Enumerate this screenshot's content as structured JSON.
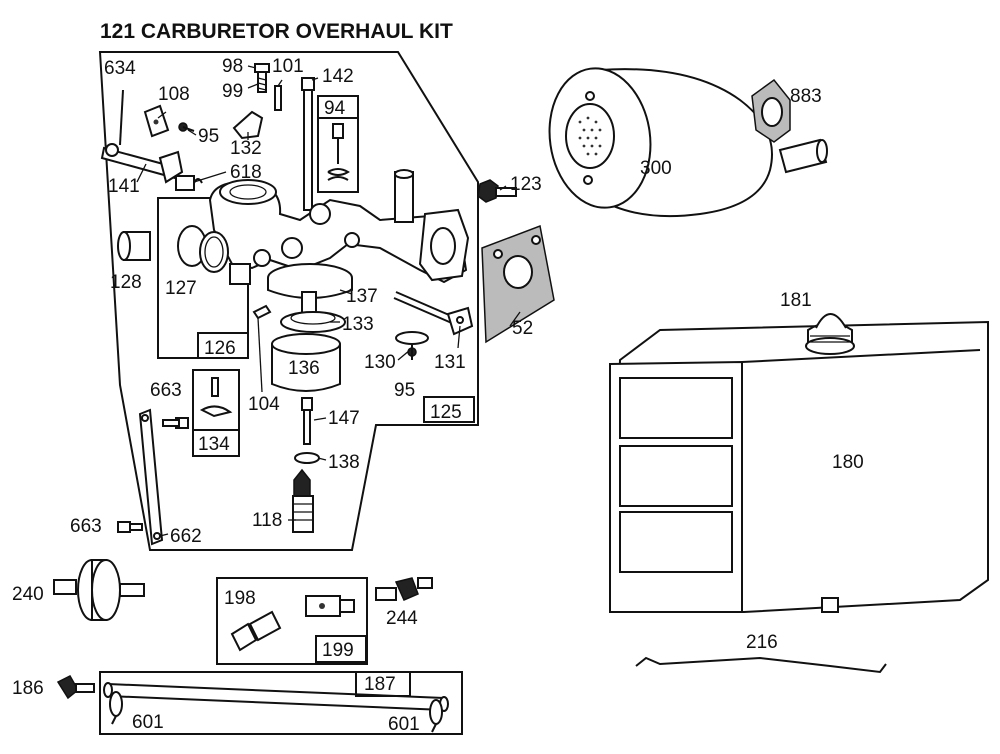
{
  "title": "121 CARBURETOR OVERHAUL KIT",
  "labels": {
    "l634": "634",
    "l108": "108",
    "l98": "98",
    "l99": "99",
    "l101": "101",
    "l142": "142",
    "l94": "94",
    "l95a": "95",
    "l132": "132",
    "l141": "141",
    "l618": "618",
    "l123": "123",
    "l128": "128",
    "l127": "127",
    "l126": "126",
    "l137": "137",
    "l133": "133",
    "l52": "52",
    "l136": "136",
    "l104": "104",
    "l130": "130",
    "l95b": "95",
    "l131": "131",
    "l125": "125",
    "l663a": "663",
    "l134": "134",
    "l147": "147",
    "l138": "138",
    "l118": "118",
    "l663b": "663",
    "l662": "662",
    "l240": "240",
    "l198": "198",
    "l199": "199",
    "l244": "244",
    "l186": "186",
    "l187": "187",
    "l601a": "601",
    "l601b": "601",
    "l300": "300",
    "l883": "883",
    "l181": "181",
    "l180": "180",
    "l216": "216"
  }
}
